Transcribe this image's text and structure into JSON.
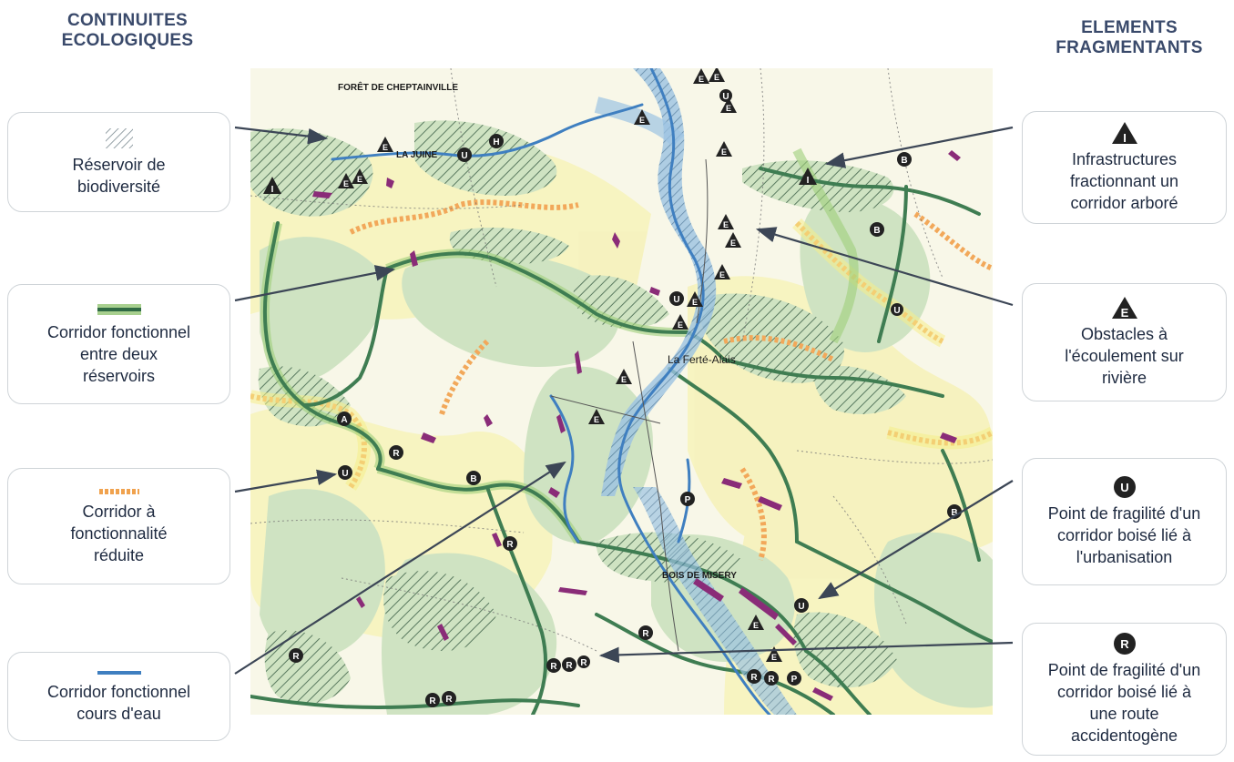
{
  "left_heading": [
    "CONTINUITES",
    "ECOLOGIQUES"
  ],
  "right_heading": [
    "ELEMENTS",
    "FRAGMENTANTS"
  ],
  "left_legend": [
    {
      "icon": "hatch-swatch-icon",
      "lines": [
        "Réservoir de",
        "biodiversité"
      ]
    },
    {
      "icon": "green-corridor-swatch-icon",
      "lines": [
        "Corridor fonctionnel",
        "entre deux",
        "réservoirs"
      ]
    },
    {
      "icon": "orange-dashed-swatch-icon",
      "lines": [
        "Corridor à",
        "fonctionnalité",
        "réduite"
      ]
    },
    {
      "icon": "blue-line-swatch-icon",
      "lines": [
        "Corridor fonctionnel",
        "cours d'eau"
      ]
    }
  ],
  "right_legend": [
    {
      "icon": "infrastructure-triangle-icon",
      "symbol": "I",
      "lines": [
        "Infrastructures",
        "fractionnant un",
        "corridor arboré"
      ]
    },
    {
      "icon": "obstacle-triangle-icon",
      "symbol": "E",
      "lines": [
        "Obstacles à",
        "l'écoulement sur",
        "rivière"
      ]
    },
    {
      "icon": "urbanisation-circle-icon",
      "symbol": "U",
      "lines": [
        "Point de fragilité d'un",
        "corridor boisé lié à",
        "l'urbanisation"
      ]
    },
    {
      "icon": "road-circle-icon",
      "symbol": "R",
      "lines": [
        "Point de fragilité d'un",
        "corridor boisé lié à",
        "une route",
        "accidentogène"
      ]
    }
  ],
  "map": {
    "place_names": {
      "forest": "FORÊT DE CHEPTAINVILLE",
      "river": "LA JUINE",
      "town": "La Ferté-Alais",
      "wood": "BOIS DE MISERY"
    },
    "other_markers": [
      "A",
      "B",
      "H",
      "P"
    ]
  },
  "colors": {
    "heading": "#3a4a6b",
    "corridor_green": "#3f7d52",
    "reservoir_fill": "#cfe3c2",
    "hatch": "#5a7a60",
    "reduced_orange": "#f2a85a",
    "reduced_yellow": "#f5ef8a",
    "river_blue": "#3f7fc0",
    "urban_purple": "#8a2c78",
    "map_background": "#f8f7e8"
  }
}
